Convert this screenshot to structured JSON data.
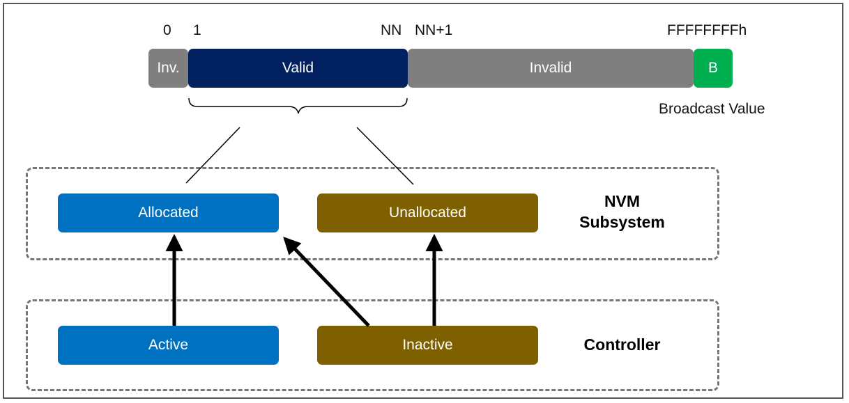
{
  "range": {
    "ticks": {
      "zero": "0",
      "one": "1",
      "nn": "NN",
      "nn_plus_1": "NN+1",
      "max": "FFFFFFFFh"
    },
    "segments": {
      "inv": "Inv.",
      "valid": "Valid",
      "invalid": "Invalid",
      "broadcast": "B"
    },
    "broadcast_caption": "Broadcast Value"
  },
  "groups": {
    "nvm_subsystem": {
      "label_line1": "NVM",
      "label_line2": "Subsystem",
      "allocated": "Allocated",
      "unallocated": "Unallocated"
    },
    "controller": {
      "label": "Controller",
      "active": "Active",
      "inactive": "Inactive"
    }
  },
  "colors": {
    "inv": "#7f7f7f",
    "valid": "#002060",
    "invalid": "#7f7f7f",
    "broadcast": "#00b050",
    "allocated": "#0070c0",
    "unallocated": "#7f6000",
    "active": "#0070c0",
    "inactive": "#7f6000"
  }
}
